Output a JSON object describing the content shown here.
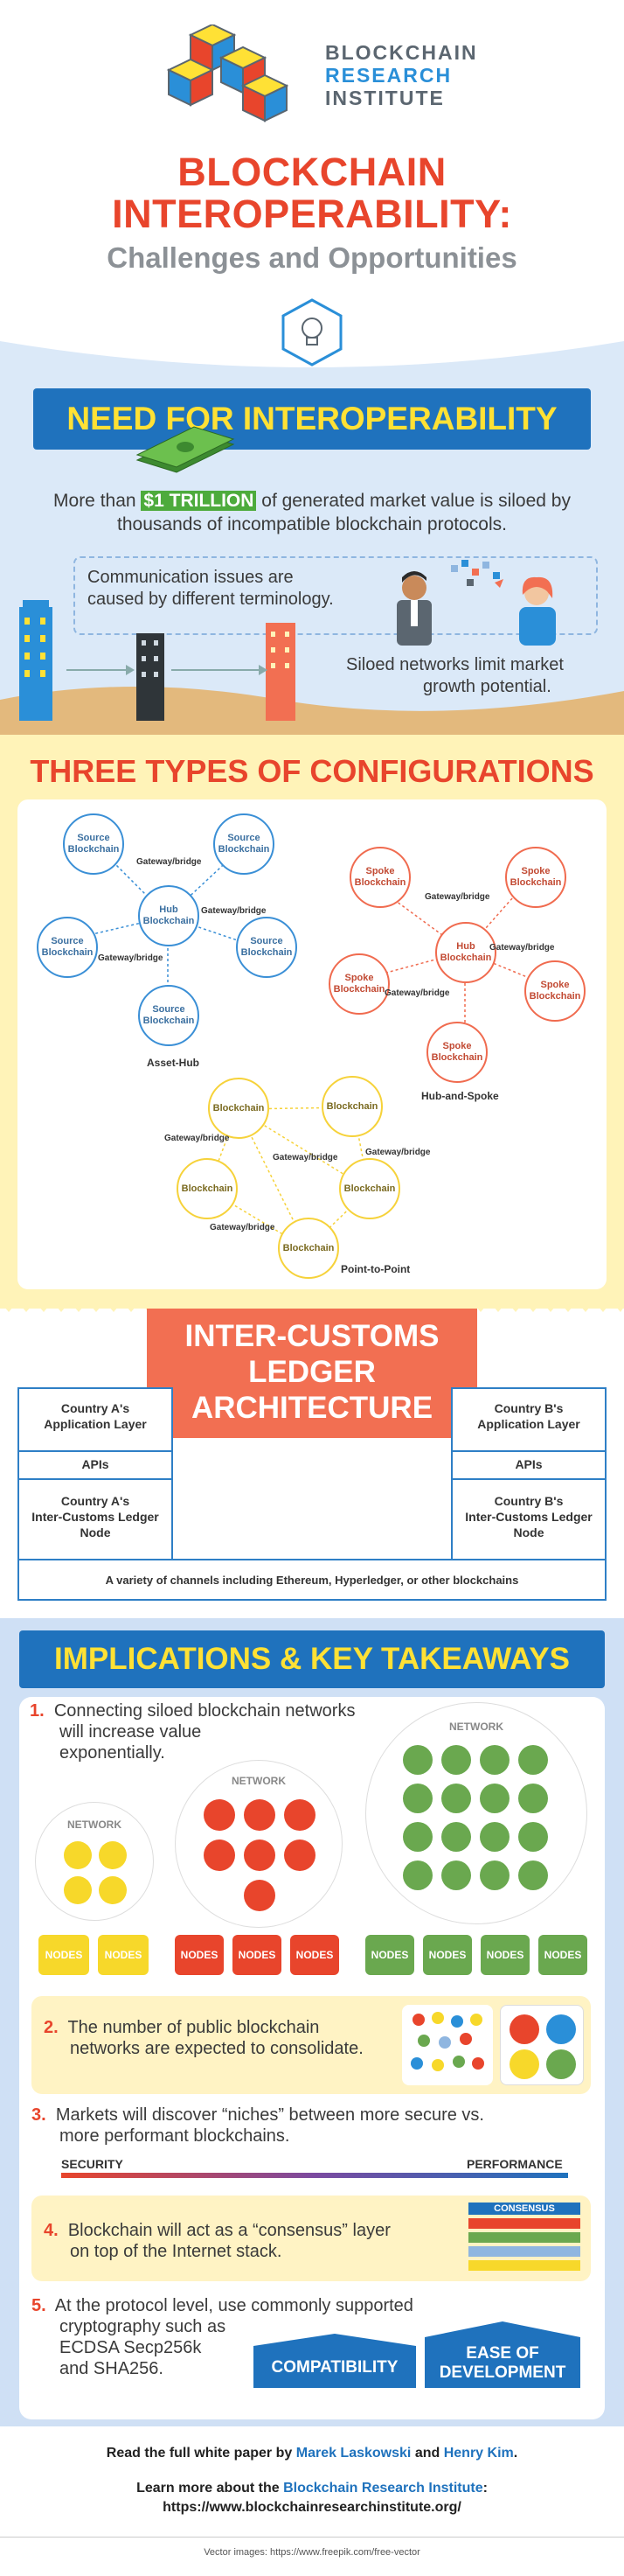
{
  "header": {
    "brand_line1": "BLOCKCHAIN",
    "brand_line2": "RESEARCH",
    "brand_line3": "INSTITUTE",
    "title_line1": "BLOCKCHAIN",
    "title_line2": "INTEROPERABILITY:",
    "subtitle": "Challenges and Opportunities"
  },
  "need": {
    "banner": "NEED FOR INTEROPERABILITY",
    "more_than": "More than",
    "money": "$1 TRILLION",
    "market_rest": "of generated market value is siloed by",
    "market_line2": "thousands of incompatible blockchain protocols.",
    "communication_line1": "Communication issues are",
    "communication_line2": "caused by different terminology.",
    "siloed_line1": "Siloed networks limit market",
    "siloed_line2": "growth potential."
  },
  "config": {
    "banner": "THREE TYPES OF CONFIGURATIONS",
    "source_blockchain": "Source Blockchain",
    "hub_blockchain": "Hub Blockchain",
    "spoke_blockchain": "Spoke Blockchain",
    "blockchain": "Blockchain",
    "gateway": "Gateway/bridge",
    "asset_hub": "Asset-Hub",
    "hub_and_spoke": "Hub-and-Spoke",
    "point_to_point": "Point-to-Point"
  },
  "ledger": {
    "banner_line1": "INTER-CUSTOMS",
    "banner_line2": "LEDGER",
    "banner_line3": "ARCHITECTURE",
    "a_app_line1": "Country A's",
    "a_app_line2": "Application Layer",
    "b_app_line1": "Country B's",
    "b_app_line2": "Application Layer",
    "apis": "APIs",
    "a_node_line1": "Country A's",
    "a_node_line2": "Inter-Customs Ledger",
    "a_node_line3": "Node",
    "b_node_line1": "Country B's",
    "b_node_line2": "Inter-Customs Ledger",
    "b_node_line3": "Node",
    "channels": "A variety of channels including Ethereum, Hyperledger, or other blockchains"
  },
  "implications": {
    "banner": "IMPLICATIONS & KEY TAKEAWAYS",
    "n1": "1.",
    "t1_line1": "Connecting siloed blockchain networks",
    "t1_line2": "will increase value",
    "t1_line3": "exponentially.",
    "network": "NETWORK",
    "nodes": "NODES",
    "n2": "2.",
    "t2_line1": "The number of public blockchain",
    "t2_line2": "networks are expected to consolidate.",
    "n3": "3.",
    "t3_line1": "Markets will discover “niches” between more secure vs.",
    "t3_line2": "more performant blockchains.",
    "security": "SECURITY",
    "performance": "PERFORMANCE",
    "n4": "4.",
    "t4_line1": "Blockchain will act as a “consensus” layer",
    "t4_line2": "on top of the Internet stack.",
    "consensus": "CONSENSUS",
    "n5": "5.",
    "t5_line1": "At the protocol level, use commonly supported",
    "t5_line2": "cryptography such as",
    "t5_line3": "ECDSA Secp256k",
    "t5_line4": "and SHA256.",
    "compatibility": "COMPATIBILITY",
    "ease_line1": "EASE OF",
    "ease_line2": "DEVELOPMENT"
  },
  "footer": {
    "read_prefix": "Read the full white paper by",
    "author1": "Marek Laskowski",
    "and": "and",
    "author2": "Henry Kim",
    "period": ".",
    "learn_prefix": "Learn more about the",
    "bri": "Blockchain Research Institute",
    "colon": ":",
    "url": "https://www.blockchainresearchinstitute.org/",
    "credit": "Vector images: https://www.freepik.com/free-vector"
  },
  "colors": {
    "red": "#e8452c",
    "blue": "#1f72bd",
    "yellow": "#ffe135",
    "green": "#6aa84f",
    "orange": "#f26f52"
  }
}
